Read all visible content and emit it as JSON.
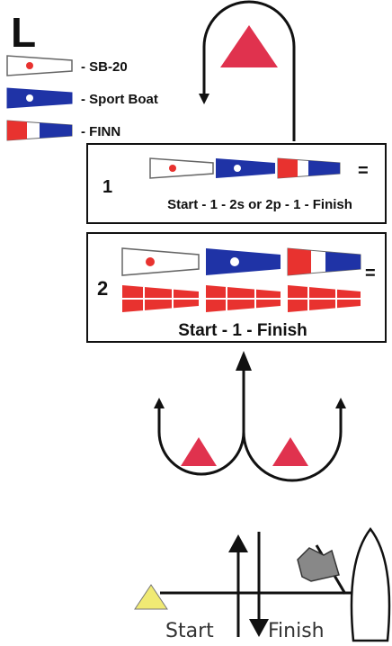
{
  "course_letter": "L",
  "legend": [
    {
      "flag": "pennant-white-red-dot",
      "label": "- SB-20"
    },
    {
      "flag": "pennant-blue-white-dot",
      "label": "- Sport Boat"
    },
    {
      "flag": "pennant-red-white-blue",
      "label": "- FINN"
    }
  ],
  "course_1": {
    "number": "1",
    "equals": "=",
    "sequence": "Start - 1 - 2s or 2p - 1 - Finish"
  },
  "course_2": {
    "number": "2",
    "equals": "=",
    "sequence": "Start - 1 - Finish"
  },
  "line": {
    "start_label": "Start",
    "finish_label": "Finish"
  },
  "colors": {
    "red": "#e8322f",
    "blue": "#1f33a6",
    "mark": "#e0324e",
    "start_mark": "#f0ea74",
    "flag_gray": "#888888"
  }
}
